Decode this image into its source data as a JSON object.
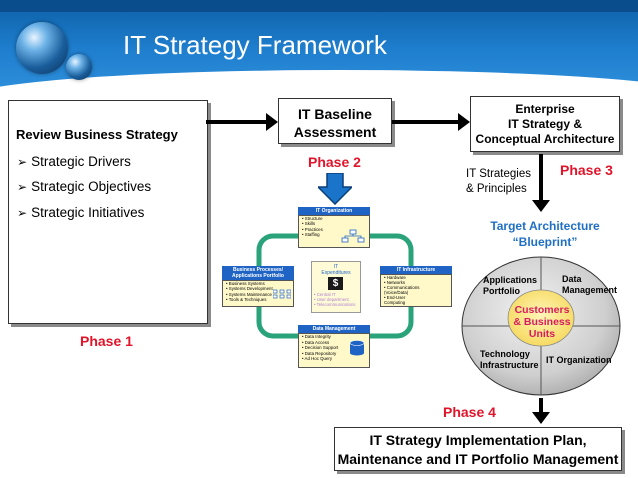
{
  "title": "IT Strategy Framework",
  "phase1": {
    "heading": "Review Business Strategy",
    "bullets": [
      "Strategic Drivers",
      "Strategic Objectives",
      "Strategic Initiatives"
    ],
    "label": "Phase 1"
  },
  "phase2": {
    "box_line1": "IT Baseline",
    "box_line2": "Assessment",
    "label": "Phase 2",
    "diagram": {
      "it_organization": {
        "title": "IT Organization",
        "items": [
          "Structure",
          "Skills",
          "Practices",
          "Staffing"
        ]
      },
      "business_processes": {
        "title_line1": "Business Processes/",
        "title_line2": "Applications Portfolio",
        "items": [
          "Business Systems",
          "Systems Development",
          "Systems Maintenance",
          "Tools & Techniques"
        ]
      },
      "it_expenditures": {
        "title_line1": "IT",
        "title_line2": "Expenditures",
        "items": [
          "Central IT",
          "User department",
          "Telecommunications"
        ]
      },
      "it_infrastructure": {
        "title": "IT Infrastructure",
        "items": [
          "Hardware",
          "Networks",
          "Communications (Voice/Data)",
          "End-User Computing"
        ]
      },
      "data_management": {
        "title": "Data Management",
        "items": [
          "Data Integrity",
          "Data Access",
          "Decision Support",
          "Data Repository",
          "Ad Hoc Query"
        ]
      }
    }
  },
  "phase3": {
    "box_line1": "Enterprise",
    "box_line2": "IT Strategy &",
    "box_line3": "Conceptual Architecture",
    "label": "Phase 3",
    "side_line1": "IT Strategies",
    "side_line2": "& Principles",
    "target_line1": "Target Architecture",
    "target_line2": "“Blueprint”",
    "circle": {
      "applications_line1": "Applications",
      "applications_line2": "Portfolio",
      "data_line1": "Data",
      "data_line2": "Management",
      "technology_line1": "Technology",
      "technology_line2": "Infrastructure",
      "it_org": "IT Organization",
      "center_line1": "Customers",
      "center_line2": "& Business",
      "center_line3": "Units"
    }
  },
  "phase4": {
    "label": "Phase 4",
    "box_line1": "IT Strategy Implementation Plan,",
    "box_line2": "Maintenance and IT Portfolio Management"
  },
  "colors": {
    "phase_label": "#e0142a",
    "target_text": "#1f6fc4",
    "center_text": "#d81b60",
    "header": "#1a72c0"
  }
}
